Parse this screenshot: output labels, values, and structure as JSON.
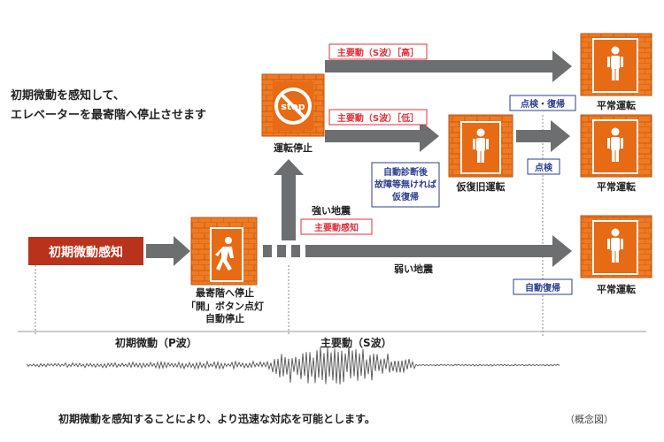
{
  "intro": {
    "line1": "初期微動を感知して、",
    "line2": "エレベーターを最寄階へ停止させます"
  },
  "start_box": {
    "label": "初期微動感知"
  },
  "elevators": {
    "stop_text": "stop",
    "first_stop_lines": [
      "最寄階へ停止",
      "「開」ボタン点灯",
      "自動停止"
    ],
    "halted": "運転停止",
    "temp_restore": "仮復旧運転",
    "normal_1": "平常運転",
    "normal_2": "平常運転",
    "normal_3": "平常運転"
  },
  "tags": {
    "main_high": "主要動（S波）［高］",
    "main_low": "主要動（S波）［低］",
    "main_detect": "主要動感知",
    "inspect_restore": "点検・復帰",
    "inspect": "点検",
    "auto_restore": "自動復帰"
  },
  "labels": {
    "strong_quake": "強い地震",
    "weak_quake": "弱い地震",
    "self_diag_lines": [
      "自動診断後",
      "故障等無ければ",
      "仮復帰"
    ]
  },
  "wave": {
    "p_label": "初期微動（P波）",
    "s_label": "主要動（S波）"
  },
  "footer": {
    "caption": "初期微動を感知することにより、より迅速な対応を可能とします。",
    "note": "（概念図）"
  },
  "colors": {
    "orange": "#f07a22",
    "dark_red": "#b8321c",
    "arrow_gray": "#6d6e70",
    "red_text": "#e0303a",
    "blue_text": "#2e3d8f"
  }
}
